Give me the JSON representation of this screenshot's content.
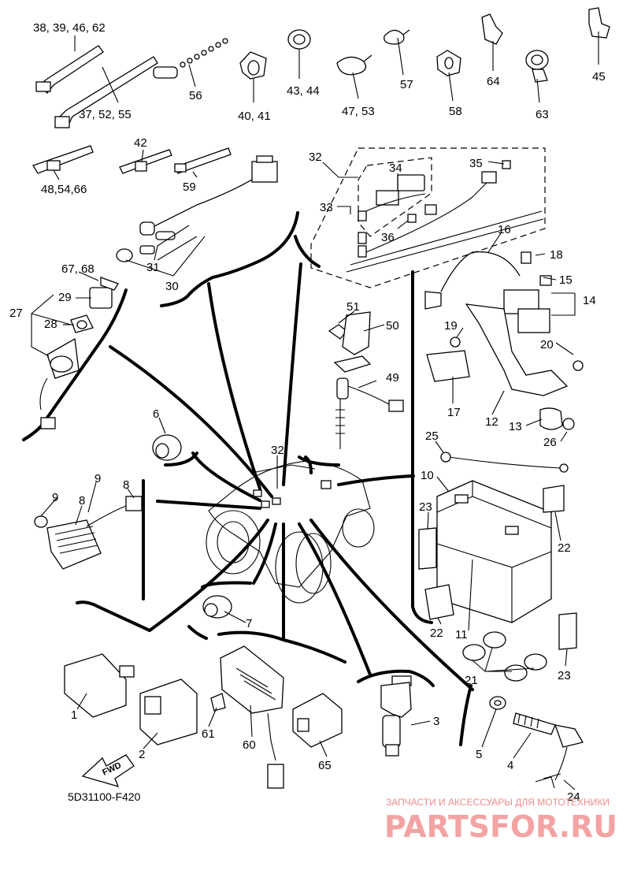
{
  "diagram": {
    "code": "5D31100-F420",
    "fwd_label": "FWD",
    "watermark": {
      "tagline": "ЗАПЧАСТИ И АКСЕССУАРЫ ДЛЯ МОТОТЕХНИКИ",
      "brand": "PARTSFOR.RU"
    },
    "callouts": [
      {
        "id": "c1",
        "text": "38, 39, 46, 62"
      },
      {
        "id": "c2",
        "text": "37, 52, 55"
      },
      {
        "id": "c3",
        "text": "56"
      },
      {
        "id": "c4",
        "text": "40, 41"
      },
      {
        "id": "c5",
        "text": "43, 44"
      },
      {
        "id": "c6",
        "text": "47, 53"
      },
      {
        "id": "c7",
        "text": "57"
      },
      {
        "id": "c8",
        "text": "58"
      },
      {
        "id": "c9",
        "text": "64"
      },
      {
        "id": "c10",
        "text": "63"
      },
      {
        "id": "c11",
        "text": "45"
      },
      {
        "id": "c12",
        "text": "48,54,66"
      },
      {
        "id": "c13",
        "text": "42"
      },
      {
        "id": "c14",
        "text": "59"
      },
      {
        "id": "c15",
        "text": "32"
      },
      {
        "id": "c16",
        "text": "34"
      },
      {
        "id": "c17",
        "text": "35"
      },
      {
        "id": "c18",
        "text": "33"
      },
      {
        "id": "c19",
        "text": "36"
      },
      {
        "id": "c20",
        "text": "31"
      },
      {
        "id": "c21",
        "text": "30"
      },
      {
        "id": "c22",
        "text": "67, 68"
      },
      {
        "id": "c23",
        "text": "29"
      },
      {
        "id": "c24",
        "text": "27"
      },
      {
        "id": "c25",
        "text": "28"
      },
      {
        "id": "c26",
        "text": "16"
      },
      {
        "id": "c27",
        "text": "18"
      },
      {
        "id": "c28",
        "text": "15"
      },
      {
        "id": "c29",
        "text": "14"
      },
      {
        "id": "c30",
        "text": "51"
      },
      {
        "id": "c31",
        "text": "50"
      },
      {
        "id": "c32",
        "text": "19"
      },
      {
        "id": "c33",
        "text": "20"
      },
      {
        "id": "c34",
        "text": "49"
      },
      {
        "id": "c35",
        "text": "17"
      },
      {
        "id": "c36",
        "text": "12"
      },
      {
        "id": "c37",
        "text": "13"
      },
      {
        "id": "c38",
        "text": "6"
      },
      {
        "id": "c39",
        "text": "32"
      },
      {
        "id": "c40",
        "text": "25"
      },
      {
        "id": "c41",
        "text": "26"
      },
      {
        "id": "c42",
        "text": "10"
      },
      {
        "id": "c43",
        "text": "9"
      },
      {
        "id": "c44",
        "text": "8"
      },
      {
        "id": "c45",
        "text": "9"
      },
      {
        "id": "c46",
        "text": "8"
      },
      {
        "id": "c47",
        "text": "23"
      },
      {
        "id": "c48",
        "text": "22"
      },
      {
        "id": "c49",
        "text": "7"
      },
      {
        "id": "c50",
        "text": "22"
      },
      {
        "id": "c51",
        "text": "11"
      },
      {
        "id": "c52",
        "text": "23"
      },
      {
        "id": "c53",
        "text": "21"
      },
      {
        "id": "c54",
        "text": "1"
      },
      {
        "id": "c55",
        "text": "2"
      },
      {
        "id": "c56",
        "text": "61"
      },
      {
        "id": "c57",
        "text": "60"
      },
      {
        "id": "c58",
        "text": "65"
      },
      {
        "id": "c59",
        "text": "3"
      },
      {
        "id": "c60",
        "text": "5"
      },
      {
        "id": "c61",
        "text": "4"
      },
      {
        "id": "c62",
        "text": "24"
      }
    ]
  }
}
